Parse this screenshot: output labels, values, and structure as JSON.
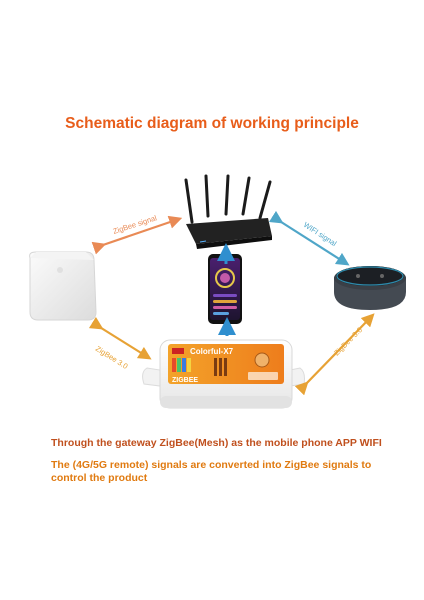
{
  "title": "Schematic diagram of working principle",
  "signals": {
    "router_gateway": "ZigBee signal",
    "router_speaker": "WIFI signal",
    "gateway_controller": "ZigBee 3.0",
    "speaker_controller": "ZigBee 3.0"
  },
  "device_labels": {
    "brand": "Colorful-X7",
    "protocol": "ZIGBEE"
  },
  "captions": {
    "line1": "Through the gateway ZigBee(Mesh) as the mobile phone APP WIFI",
    "line2": "The (4G/5G remote) signals are converted into ZigBee signals to control the product"
  },
  "colors": {
    "title": "#e85d1a",
    "caption1": "#c0501e",
    "caption2": "#e07a10",
    "zigbee_arrow": "#e98a55",
    "wifi_arrow": "#4fa6c8",
    "zigbee3_arrow": "#e7a235",
    "phone_arrow": "#2f8fcf"
  },
  "icons": [
    "router-icon",
    "gateway-hub-icon",
    "smart-speaker-icon",
    "smartphone-icon",
    "controller-box-icon"
  ]
}
